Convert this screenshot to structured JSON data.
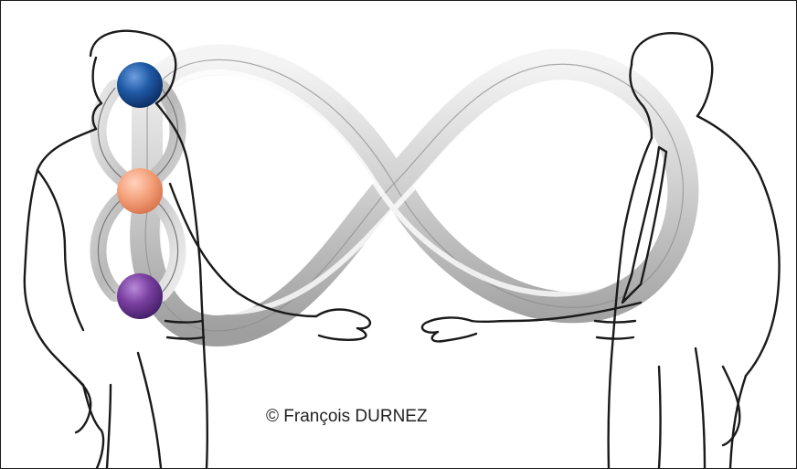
{
  "copyright": "© François DURNEZ",
  "colors": {
    "ribbon_light": "#f2f2f2",
    "ribbon_mid": "#c8c8c8",
    "ribbon_dark": "#8e8e8e",
    "line": "#1a1a1a",
    "sphere_top": "#1f5aa6",
    "sphere_middle": "#f4a07a",
    "sphere_bottom": "#7a3fa0"
  },
  "spheres": [
    {
      "name": "blue-sphere",
      "color_key": "sphere_top"
    },
    {
      "name": "orange-sphere",
      "color_key": "sphere_middle"
    },
    {
      "name": "purple-sphere",
      "color_key": "sphere_bottom"
    }
  ]
}
